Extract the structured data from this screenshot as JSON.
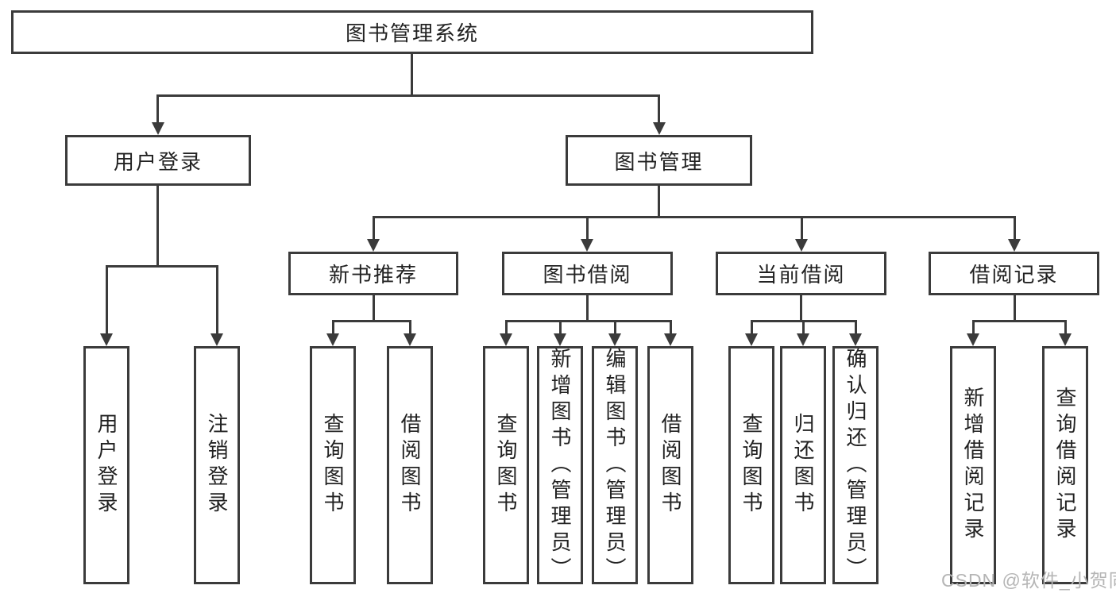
{
  "diagram": {
    "type": "hierarchy-tree",
    "root": {
      "label": "图书管理系统"
    },
    "branches": [
      {
        "label": "用户登录",
        "children": [
          {
            "label": "用户登录"
          },
          {
            "label": "注销登录"
          }
        ]
      },
      {
        "label": "图书管理",
        "children": [
          {
            "label": "新书推荐",
            "children": [
              {
                "label": "查询图书"
              },
              {
                "label": "借阅图书"
              }
            ]
          },
          {
            "label": "图书借阅",
            "children": [
              {
                "label": "查询图书"
              },
              {
                "label": "新增图书（管理员）"
              },
              {
                "label": "编辑图书（管理员）"
              },
              {
                "label": "借阅图书"
              }
            ]
          },
          {
            "label": "当前借阅",
            "children": [
              {
                "label": "查询图书"
              },
              {
                "label": "归还图书"
              },
              {
                "label": "确认归还（管理员）"
              }
            ]
          },
          {
            "label": "借阅记录",
            "children": [
              {
                "label": "新增借阅记录"
              },
              {
                "label": "查询借阅记录"
              }
            ]
          }
        ]
      }
    ]
  },
  "watermark": {
    "text": "CSDN @软件_小贺同学"
  },
  "colors": {
    "line": "#3b3b3b",
    "text": "#222222",
    "box_background": "#ffffff",
    "page_background": "#ffffff",
    "watermark": "#b5b5b5"
  }
}
